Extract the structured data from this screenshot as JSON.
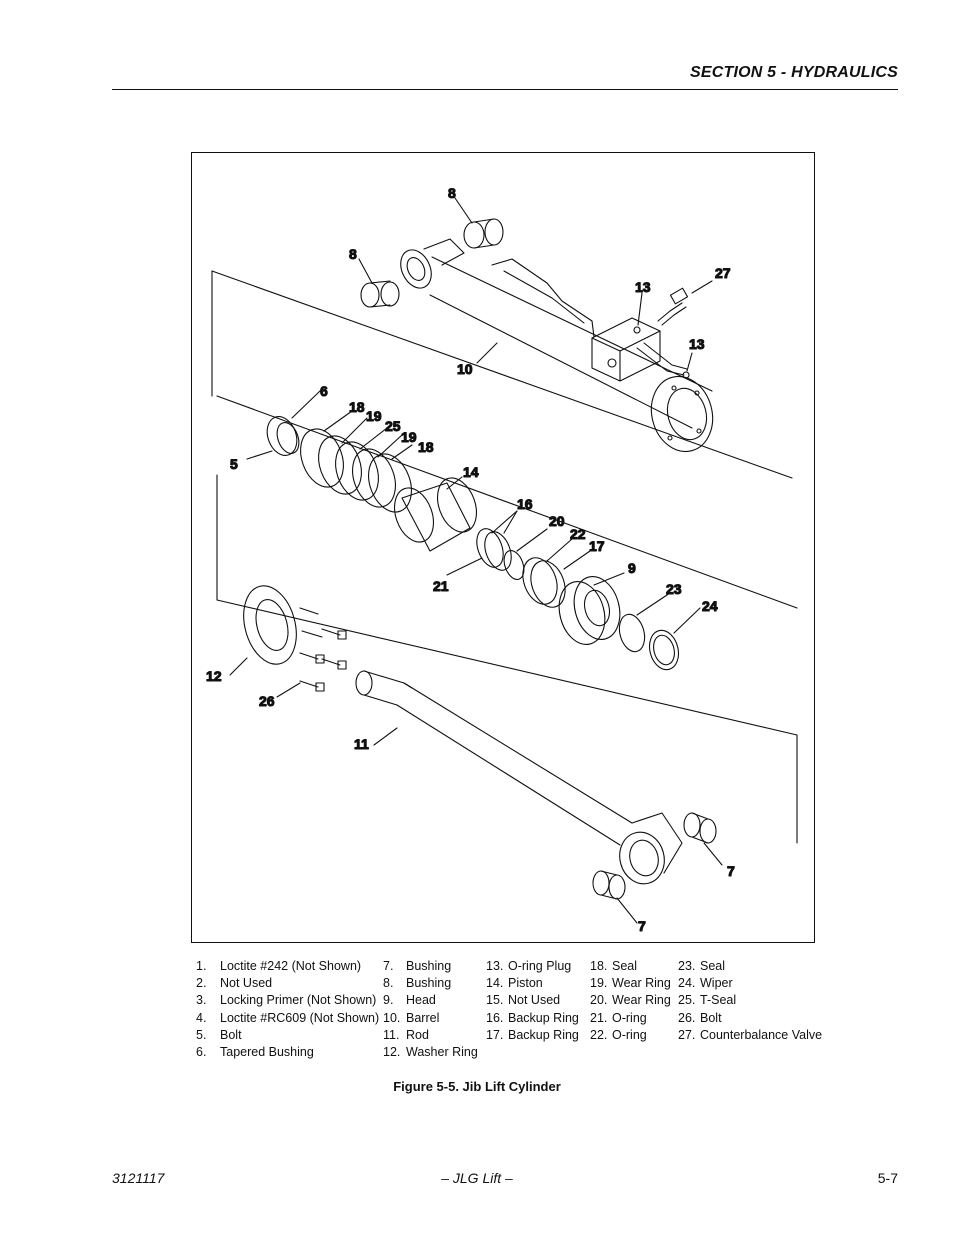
{
  "header": {
    "section_title": "SECTION 5 - HYDRAULICS"
  },
  "figure": {
    "caption": "Figure 5-5.  Jib Lift Cylinder",
    "callouts": {
      "c8a": "8",
      "c8b": "8",
      "c13a": "13",
      "c27": "27",
      "c13b": "13",
      "c10": "10",
      "c6": "6",
      "c18a": "18",
      "c19a": "19",
      "c25": "25",
      "c19b": "19",
      "c18b": "18",
      "c5": "5",
      "c14": "14",
      "c16": "16",
      "c20": "20",
      "c22": "22",
      "c17": "17",
      "c21": "21",
      "c9": "9",
      "c23": "23",
      "c24": "24",
      "c12": "12",
      "c26": "26",
      "c11": "11",
      "c7a": "7",
      "c7b": "7"
    }
  },
  "legend": {
    "col1": [
      {
        "num": "1.",
        "text": "Loctite #242 (Not Shown)"
      },
      {
        "num": "2.",
        "text": "Not Used"
      },
      {
        "num": "3.",
        "text": "Locking Primer (Not Shown)"
      },
      {
        "num": "4.",
        "text": "Loctite #RC609 (Not Shown)"
      },
      {
        "num": "5.",
        "text": "Bolt"
      },
      {
        "num": "6.",
        "text": "Tapered Bushing"
      }
    ],
    "col2": [
      {
        "num": "7.",
        "text": "Bushing"
      },
      {
        "num": "8.",
        "text": "Bushing"
      },
      {
        "num": "9.",
        "text": "Head"
      },
      {
        "num": "10.",
        "text": "Barrel"
      },
      {
        "num": "11.",
        "text": "Rod"
      },
      {
        "num": "12.",
        "text": "Washer Ring"
      }
    ],
    "col3": [
      {
        "num": "13.",
        "text": "O-ring Plug"
      },
      {
        "num": "14.",
        "text": "Piston"
      },
      {
        "num": "15.",
        "text": "Not Used"
      },
      {
        "num": "16.",
        "text": "Backup Ring"
      },
      {
        "num": "17.",
        "text": "Backup Ring"
      }
    ],
    "col4": [
      {
        "num": "18.",
        "text": "Seal"
      },
      {
        "num": "19.",
        "text": "Wear Ring"
      },
      {
        "num": "20.",
        "text": "Wear Ring"
      },
      {
        "num": "21.",
        "text": "O-ring"
      },
      {
        "num": "22.",
        "text": "O-ring"
      }
    ],
    "col5": [
      {
        "num": "23.",
        "text": "Seal"
      },
      {
        "num": "24.",
        "text": "Wiper"
      },
      {
        "num": "25.",
        "text": "T-Seal"
      },
      {
        "num": "26.",
        "text": "Bolt"
      },
      {
        "num": "27.",
        "text": "Counterbalance Valve"
      }
    ]
  },
  "footer": {
    "doc_number": "3121117",
    "publisher": "– JLG Lift –",
    "page": "5-7"
  }
}
